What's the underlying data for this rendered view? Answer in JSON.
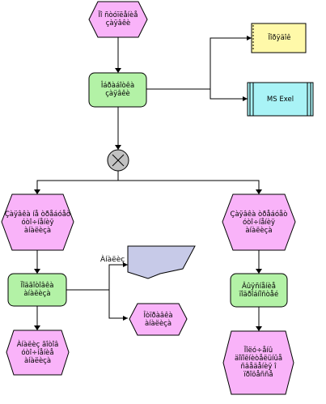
{
  "diagram": {
    "colors": {
      "event": "#f9b3f9",
      "function": "#b3f2a6",
      "document": "#fff9a9",
      "app_system": "#a9f3f6",
      "info_object": "#c7cae8",
      "connector": "#c2c2c2",
      "line": "#000000"
    },
    "nodes": {
      "event_top": "Ïî ñòóïëåíèå\nçàÿâêè",
      "func_review": "Îáðàáîòêà\nçàÿâêè",
      "doc_order": "Ïîðÿäîê",
      "app_excel": "MS Exel",
      "connector": "XOR",
      "event_left": "Çàÿâêà íå òðåáóåò\nóòî÷íåíèÿ\nàíàëèçà",
      "event_right": "Çàÿâêà òðåáóåò\nóòî÷íåíèÿ\nàíàëèçà",
      "func_left": "Ïîäãîòîâêà\nàíàëèçà",
      "func_right": "Âûÿñíåíèå\nïîäðîáíîñòåé",
      "info_label": "Àíàëèç",
      "event_info2": "Îòïðàâêà\nàíàëèçà",
      "event_left_bottom": "Àíàëèç ãîòîâ\nóòî÷íåíèå\nàíàëèçà",
      "event_right_bottom": "Ïîëó÷åíû äîïîëíèòåëüíûå\nñâåäåíèÿ î\nïðîöåññå"
    }
  }
}
